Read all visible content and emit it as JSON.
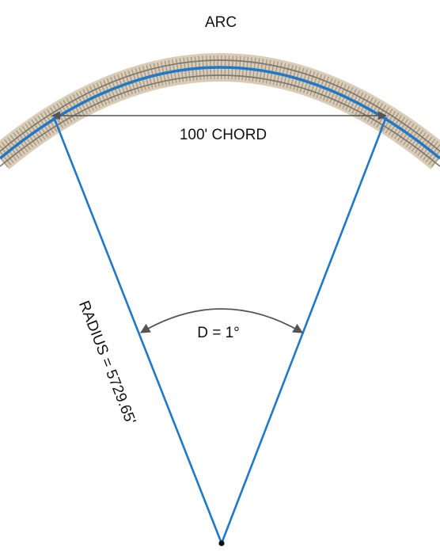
{
  "diagram": {
    "arc_label": "ARC",
    "chord_label": "100' CHORD",
    "angle_label": "D = 1°",
    "radius_label": "RADIUS = 5729.65'"
  },
  "colors": {
    "line": "#1f78c8",
    "ballast": "#d9cdb8",
    "tie": "#a89a86",
    "rail": "#7d766d",
    "annotation": "#555555"
  }
}
